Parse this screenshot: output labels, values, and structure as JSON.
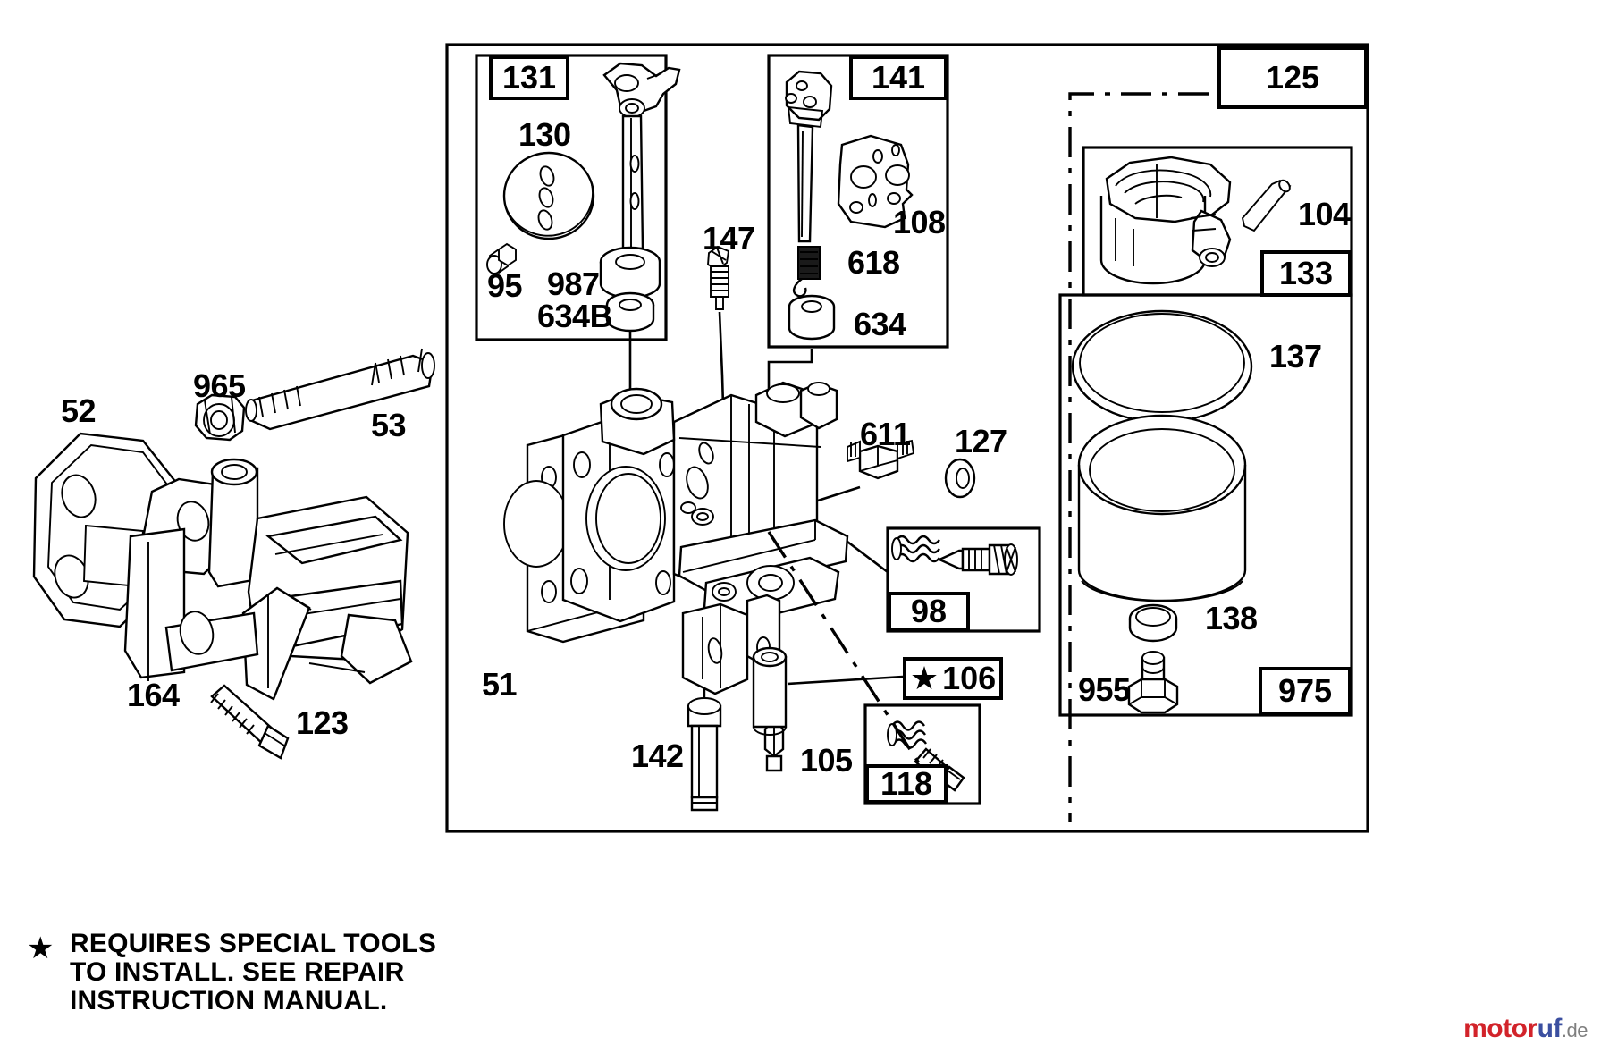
{
  "diagram": {
    "title": "Carburetor Assembly Exploded Parts Diagram",
    "note": {
      "star_symbol": "★",
      "line1": "REQUIRES SPECIAL TOOLS",
      "line2": "TO INSTALL.  SEE REPAIR",
      "line3": "INSTRUCTION MANUAL."
    },
    "watermark": {
      "part1": "motor",
      "part2": "uf",
      "part3": ".de"
    },
    "colors": {
      "line": "#000000",
      "background": "#ffffff",
      "watermark_red": "#d2232a",
      "watermark_blue": "#3b4fa0",
      "watermark_grey": "#7f7f7f"
    },
    "boxed_group_tags": [
      {
        "id": "tag-131",
        "label": "131"
      },
      {
        "id": "tag-141",
        "label": "141"
      },
      {
        "id": "tag-125",
        "label": "125"
      },
      {
        "id": "tag-133",
        "label": "133"
      },
      {
        "id": "tag-975",
        "label": "975"
      },
      {
        "id": "tag-98",
        "label": "98"
      },
      {
        "id": "tag-106",
        "label": "★106",
        "star": true,
        "number": "106"
      },
      {
        "id": "tag-118",
        "label": "118"
      }
    ],
    "callouts": [
      {
        "id": "callout-130",
        "label": "130"
      },
      {
        "id": "callout-95",
        "label": "95"
      },
      {
        "id": "callout-987",
        "label": "987"
      },
      {
        "id": "callout-634B",
        "label": "634B"
      },
      {
        "id": "callout-147",
        "label": "147"
      },
      {
        "id": "callout-108",
        "label": "108"
      },
      {
        "id": "callout-618",
        "label": "618"
      },
      {
        "id": "callout-634",
        "label": "634"
      },
      {
        "id": "callout-104",
        "label": "104"
      },
      {
        "id": "callout-137",
        "label": "137"
      },
      {
        "id": "callout-138",
        "label": "138"
      },
      {
        "id": "callout-955",
        "label": "955"
      },
      {
        "id": "callout-611",
        "label": "611"
      },
      {
        "id": "callout-127",
        "label": "127"
      },
      {
        "id": "callout-965",
        "label": "965"
      },
      {
        "id": "callout-52",
        "label": "52"
      },
      {
        "id": "callout-53",
        "label": "53"
      },
      {
        "id": "callout-164",
        "label": "164"
      },
      {
        "id": "callout-123",
        "label": "123"
      },
      {
        "id": "callout-51",
        "label": "51"
      },
      {
        "id": "callout-142",
        "label": "142"
      },
      {
        "id": "callout-105",
        "label": "105"
      }
    ]
  }
}
